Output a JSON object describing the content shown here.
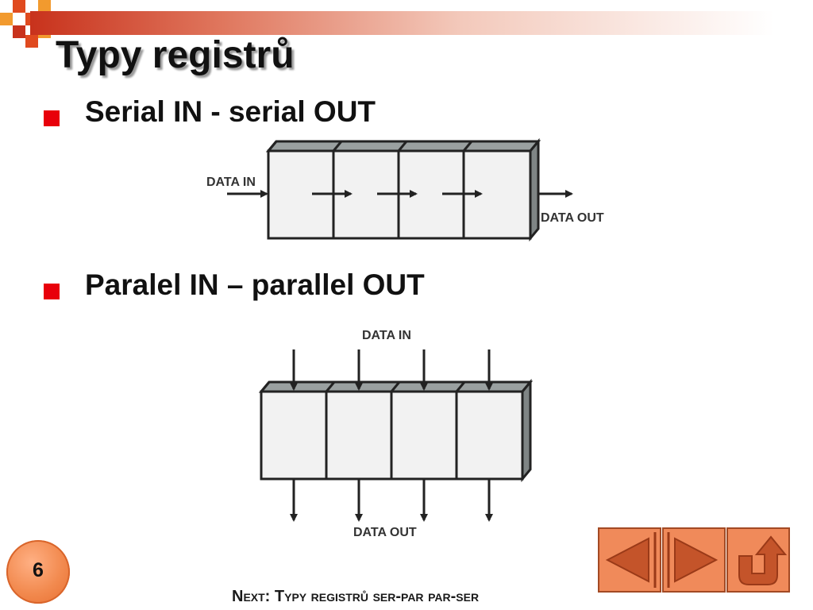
{
  "slide": {
    "title": "Typy registrů",
    "page_number": "6",
    "footer": "Next: Typy registrů ser-par par-ser"
  },
  "bullets": [
    {
      "text": "Serial IN - serial OUT"
    },
    {
      "text": "Paralel IN – parallel OUT"
    }
  ],
  "diagrams": {
    "serial": {
      "in_label": "DATA IN",
      "out_label": "DATA OUT",
      "cells": 4
    },
    "parallel": {
      "in_label": "DATA IN",
      "out_label": "DATA OUT",
      "cells": 4
    }
  },
  "nav": {
    "buttons": [
      {
        "name": "previous-slide-button",
        "icon": "triangle-left-icon"
      },
      {
        "name": "next-slide-button",
        "icon": "triangle-right-icon"
      },
      {
        "name": "return-button",
        "icon": "return-icon"
      }
    ]
  },
  "colors": {
    "bullet": "#e8000b",
    "header_red": "#c8321c",
    "nav_orange": "#f08a5a",
    "badge_orange": "#f28a4f"
  }
}
